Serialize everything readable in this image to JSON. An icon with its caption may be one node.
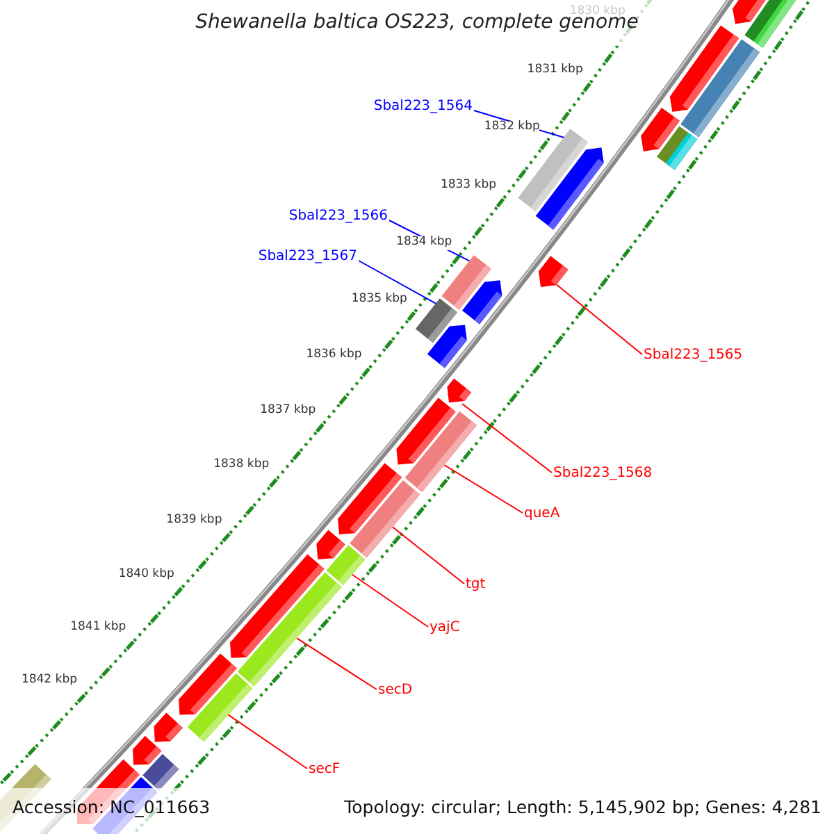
{
  "diagram": {
    "title": "Shewanella baltica OS223, complete genome",
    "nodes": [
      {
        "text": [
          "Sbal223_1564"
        ]
      },
      {
        "text": [
          "Sbal223_1566"
        ]
      },
      {
        "text": [
          "Sbal223_1567"
        ]
      },
      {
        "text": [
          "Sbal223_1565"
        ]
      },
      {
        "text": [
          "Sbal223_1568"
        ]
      },
      {
        "text": [
          "queA"
        ]
      },
      {
        "text": [
          "tgt"
        ]
      },
      {
        "text": [
          "yajC"
        ]
      },
      {
        "text": [
          "secD"
        ]
      },
      {
        "text": [
          "secF"
        ]
      },
      {
        "text": [],
        "shape": "arrow"
      },
      {
        "text": [],
        "shape": "bar"
      },
      {
        "text": [],
        "shape": "bar"
      },
      {
        "text": [],
        "shape": "arrow"
      },
      {
        "text": [],
        "shape": "arrow"
      },
      {
        "text": [],
        "shape": "bar"
      },
      {
        "text": [],
        "shape": "arrow"
      },
      {
        "text": [],
        "shape": "bar"
      },
      {
        "text": [],
        "shape": "arrow"
      },
      {
        "text": [],
        "shape": "bar"
      },
      {
        "text": [],
        "shape": "arrow"
      },
      {
        "text": [],
        "shape": "bar"
      },
      {
        "text": [],
        "shape": "arrow"
      },
      {
        "text": [],
        "shape": "arrow"
      },
      {
        "text": [],
        "shape": "bar"
      },
      {
        "text": [],
        "shape": "arrow"
      },
      {
        "text": [],
        "shape": "arrow"
      },
      {
        "text": [],
        "shape": "bar"
      },
      {
        "text": [],
        "shape": "bar"
      },
      {
        "text": [],
        "shape": "arrow"
      },
      {
        "text": [],
        "shape": "arrow"
      },
      {
        "text": [],
        "shape": "bar"
      },
      {
        "text": [],
        "shape": "arrow"
      },
      {
        "text": [],
        "shape": "bar"
      },
      {
        "text": [],
        "shape": "arrow"
      },
      {
        "text": [],
        "shape": "arrow"
      },
      {
        "text": [],
        "shape": "bar"
      },
      {
        "text": [],
        "shape": "arrow"
      },
      {
        "text": [],
        "shape": "bar"
      },
      {
        "text": [],
        "shape": "bar"
      }
    ],
    "edges": [
      {
        "from": 0,
        "to": 17,
        "arrow": "none",
        "color": "#0000ff"
      },
      {
        "from": 1,
        "to": 19,
        "arrow": "none",
        "color": "#0000ff"
      },
      {
        "from": 2,
        "to": 21,
        "arrow": "none",
        "color": "#0000ff"
      },
      {
        "from": 3,
        "to": 18,
        "arrow": "none"
      },
      {
        "from": 4,
        "to": 23,
        "arrow": "none"
      },
      {
        "from": 5,
        "to": 24,
        "arrow": "none"
      },
      {
        "from": 6,
        "to": 27,
        "arrow": "none"
      },
      {
        "from": 7,
        "to": 28,
        "arrow": "none"
      },
      {
        "from": 8,
        "to": 31,
        "arrow": "none"
      },
      {
        "from": 9,
        "to": 33,
        "arrow": "none"
      }
    ],
    "labels": [
      "1830 kbp",
      "1831 kbp",
      "1832 kbp",
      "1833 kbp",
      "1834 kbp",
      "1835 kbp",
      "1836 kbp",
      "1837 kbp",
      "1838 kbp",
      "1839 kbp",
      "1840 kbp",
      "1841 kbp",
      "1842 kbp",
      "Accession: NC_011663",
      "Topology: circular; Length: 5,145,902 bp; Genes: 4,281"
    ]
  }
}
